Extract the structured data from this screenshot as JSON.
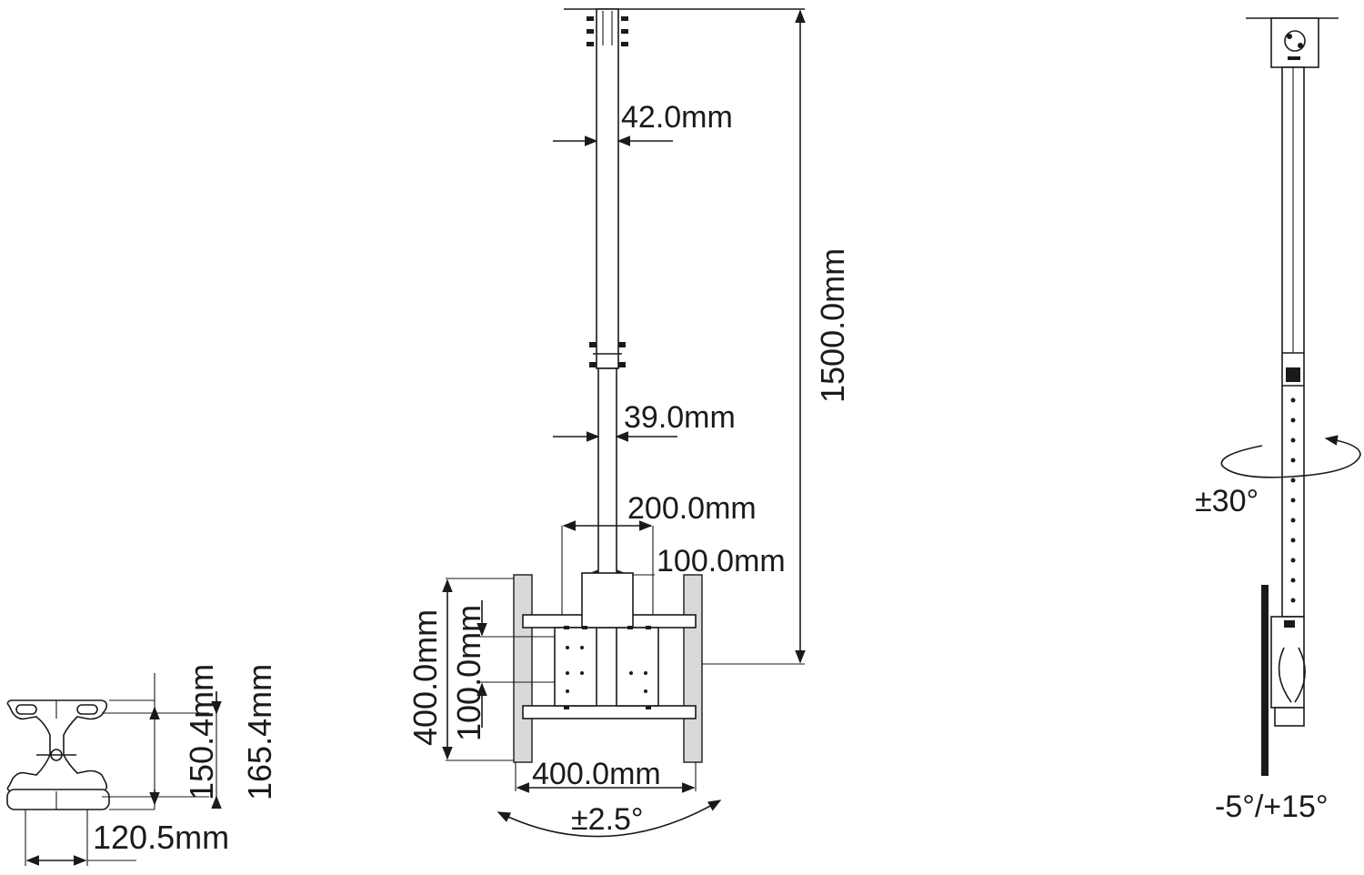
{
  "dimensions": {
    "pole_upper_width": "42.0mm",
    "pole_lower_width": "39.0mm",
    "total_height": "1500.0mm",
    "vesa_outer_horizontal": "200.0mm",
    "vesa_inner_horizontal": "100.0mm",
    "vesa_vertical_large": "400.0mm",
    "vesa_vertical_small": "100.0mm",
    "plate_width": "400.0mm",
    "plate_tilt": "±2.5°",
    "bracket_height_inner": "150.4mm",
    "bracket_height_outer": "165.4mm",
    "bracket_width": "120.5mm",
    "swivel_angle": "±30°",
    "tilt_angle": "-5°/+15°"
  },
  "colors": {
    "line": "#1a1a1a",
    "background": "#ffffff"
  }
}
